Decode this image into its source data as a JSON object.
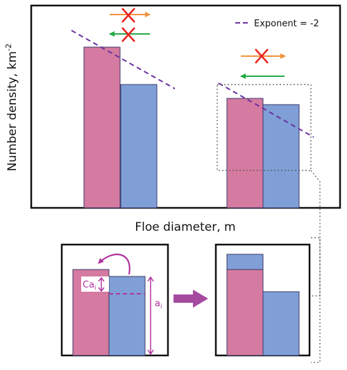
{
  "colors": {
    "pink": "#d57aa0",
    "blue": "#7f9fd6",
    "bar_outline": "#3a3a6a",
    "dashed_purple": "#6a2fa0",
    "magenta": "#b0339e",
    "orange": "#f0923a",
    "green": "#22aa44",
    "red_cross": "#e8221a",
    "dotted_gray": "#555555"
  },
  "icons": [
    "arrow-right-icon",
    "arrow-left-icon",
    "cross-icon",
    "curved-arrow-icon",
    "thick-right-arrow-icon"
  ],
  "main_panel": {
    "y_label": "Number density, km",
    "y_label_sup": "-2",
    "x_label": "Floe diameter, m",
    "legend_label": "Exponent = -2",
    "left_group": {
      "pink_level": 0.83,
      "blue_level": 0.63
    },
    "right_group": {
      "pink_level": 0.58,
      "blue_level": 0.54
    }
  },
  "detail_left": {
    "ca_label": "Ca",
    "ca_sub": "i",
    "a_label": "a",
    "a_sub": "i"
  }
}
